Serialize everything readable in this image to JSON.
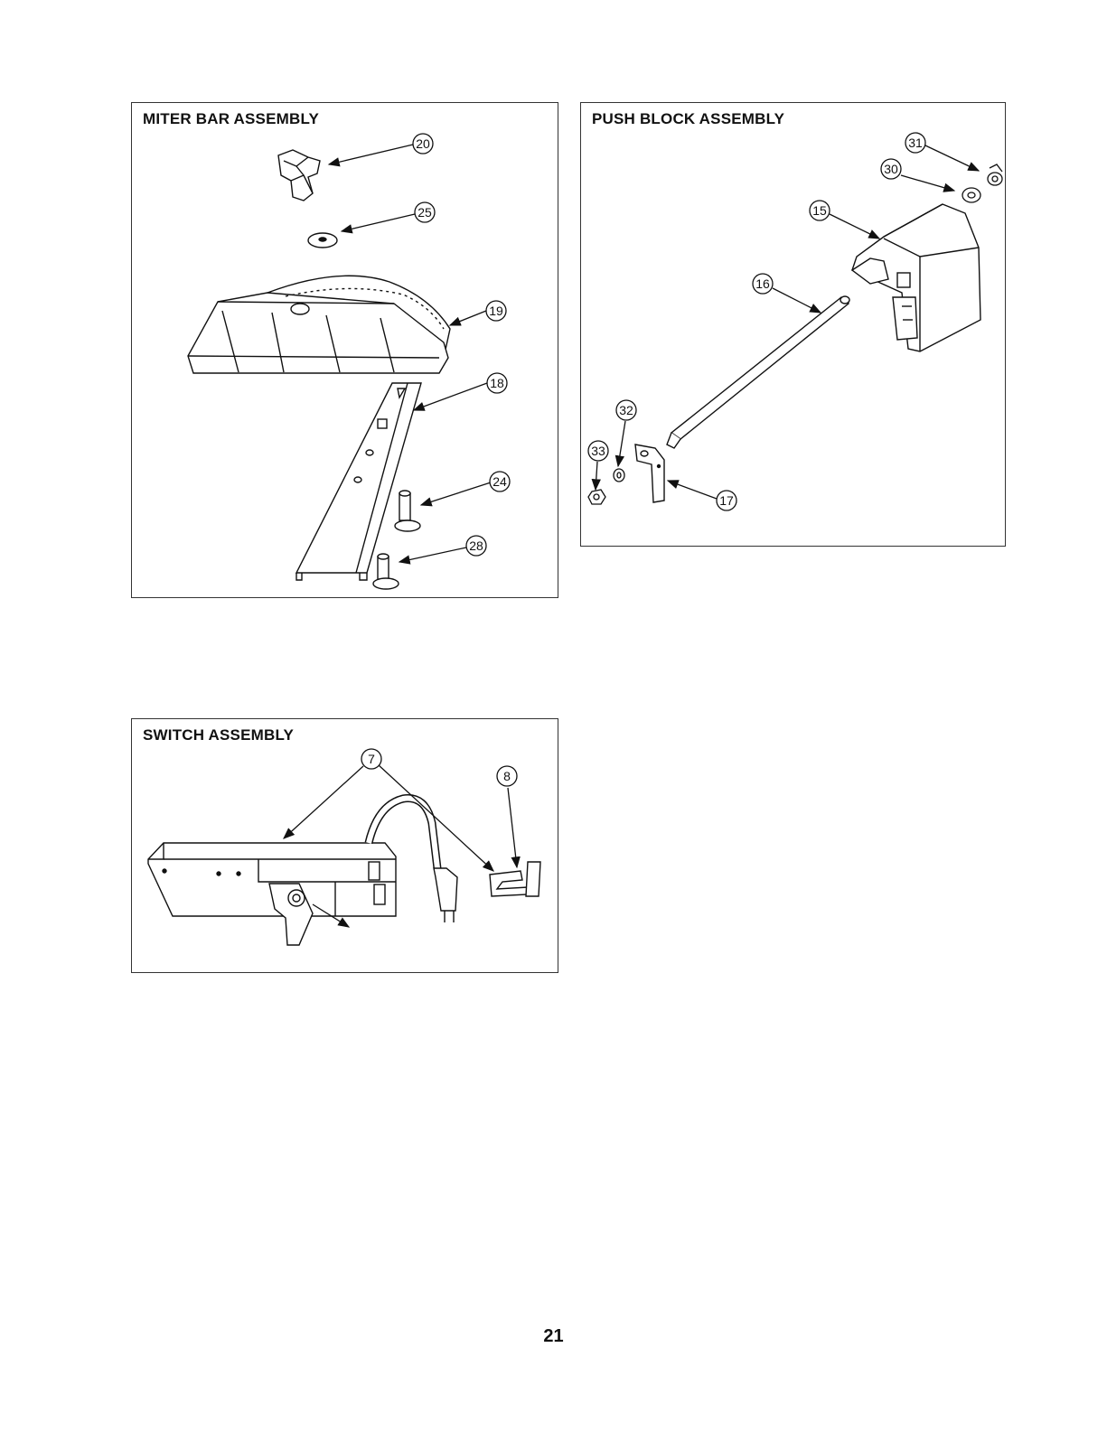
{
  "panels": {
    "miter": {
      "title": "MITER BAR ASSEMBLY",
      "callouts": [
        "20",
        "25",
        "19",
        "18",
        "24",
        "28"
      ]
    },
    "push": {
      "title": "PUSH BLOCK ASSEMBLY",
      "callouts": [
        "31",
        "30",
        "15",
        "16",
        "32",
        "33",
        "17"
      ]
    },
    "switch": {
      "title": "SWITCH ASSEMBLY",
      "callouts": [
        "7",
        "8"
      ]
    }
  },
  "page_number": "21"
}
